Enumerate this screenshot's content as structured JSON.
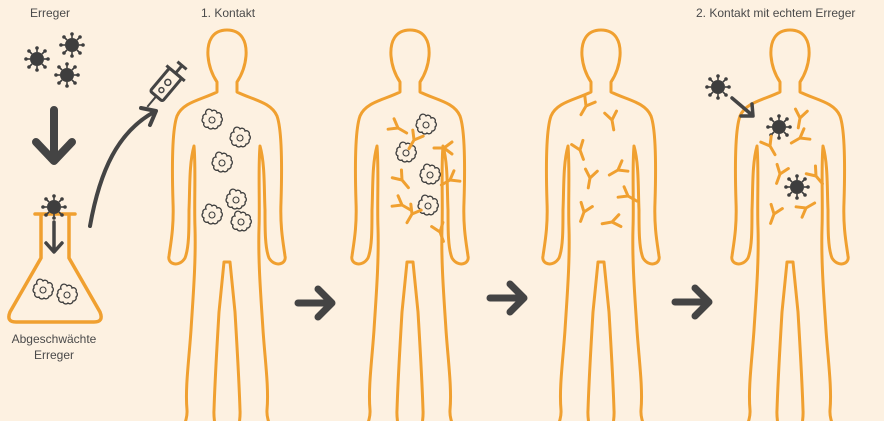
{
  "labels": {
    "erreger": "Erreger",
    "kontakt1": "1. Kontakt",
    "attenuated_line1": "Abgeschwächte",
    "attenuated_line2": "Erreger",
    "kontakt2": "2. Kontakt mit echtem Erreger"
  },
  "colors": {
    "background": "#fdf1e1",
    "body_outline": "#f0a030",
    "antibody": "#f0a030",
    "pathogen": "#3e3e3e",
    "arrow": "#444444",
    "text": "#4a4a4a"
  },
  "icons": [
    "pathogen-icon",
    "down-arrow-icon",
    "flask-icon",
    "syringe-icon",
    "weakened-pathogen-icon",
    "antibody-icon",
    "right-arrow-icon",
    "human-body-outline"
  ]
}
